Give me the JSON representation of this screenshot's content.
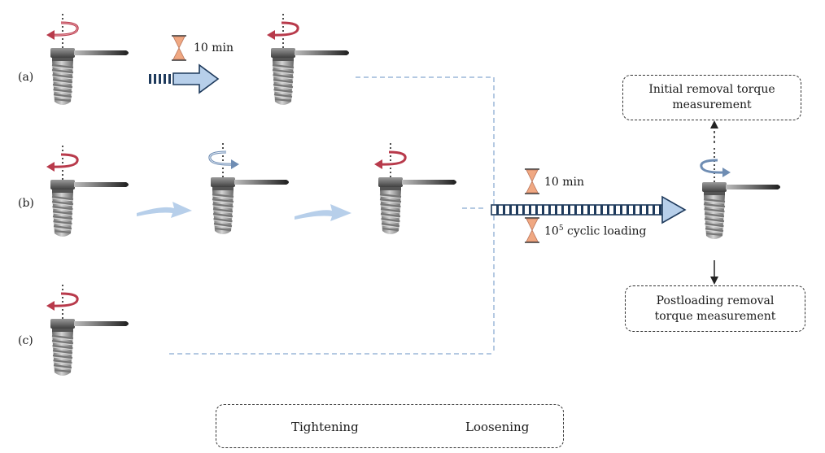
{
  "rows": [
    {
      "label": "(a)"
    },
    {
      "label": "(b)"
    },
    {
      "label": "(c)"
    }
  ],
  "timers": {
    "row_a": "10 min",
    "main": "10 min"
  },
  "cyclic": {
    "base": "10",
    "exponent": "5",
    "text": "cyclic loading"
  },
  "boxes": {
    "initial": [
      "Initial removal torque",
      "measurement"
    ],
    "postloading": [
      "Postloading removal",
      "torque measurement"
    ]
  },
  "legend": {
    "tightening": "Tightening",
    "loosening": "Loosening"
  },
  "colors": {
    "tightening": "#b83a4b",
    "loosening": "#7f9cc0",
    "arrow_fill": "#b7cfea",
    "hourglass": "#f0a882",
    "dashed_line": "#9cb7d8"
  }
}
